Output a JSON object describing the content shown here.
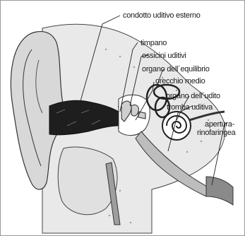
{
  "labels": {
    "external_canal": "condotto uditivo esterno",
    "eardrum": "timpano",
    "ossicles": "ossicini uditivi",
    "balance_organ": "organo dell´equilibrio",
    "middle_ear": "orecchio medio",
    "hearing_organ": "organo dell´udito",
    "eustachian_tube": "tromba uditiva",
    "opening_line1": "apertura-",
    "opening_line2": "rinofaringea"
  }
}
